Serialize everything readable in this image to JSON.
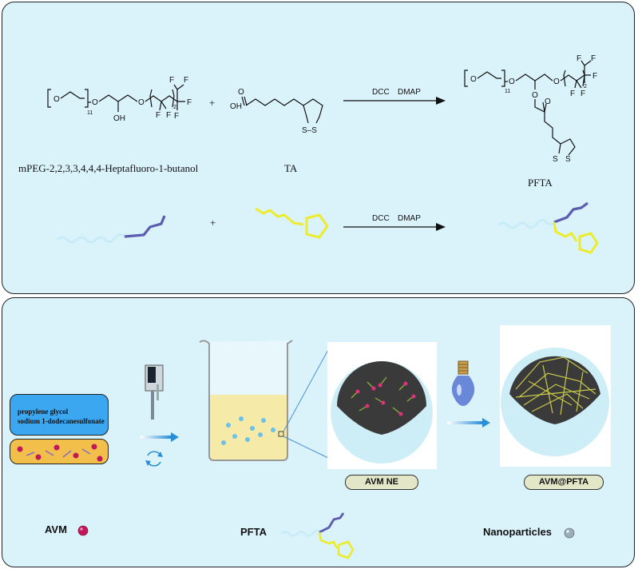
{
  "reaction": {
    "reactant1_label": "mPEG-2,2,3,3,4,4,4-Heptafluoro-1-butanol",
    "plus": "+",
    "reactant2_label": "TA",
    "reagents": [
      "DCC",
      "DMAP"
    ],
    "product_label": "PFTA",
    "atoms": {
      "O": "O",
      "OH": "OH",
      "F": "F",
      "S": "S",
      "S_minus_S": "S–S",
      "n11": "11",
      "n2": "2"
    }
  },
  "process": {
    "emulsifier_box_text": [
      "propylene glycol",
      "sodium 1-dodecanesulfonate"
    ],
    "avm_ne_label": "AVM NE",
    "avm_pfta_label": "AVM@PFTA"
  },
  "legend": {
    "avm": "AVM",
    "pfta": "PFTA",
    "nanoparticles": "Nanoparticles"
  },
  "colors": {
    "panel_bg": "#daf3fb",
    "peg_chain": "#c8ecf7",
    "fluoro_chain": "#5b5bb0",
    "ta_ring": "#ecec2c",
    "avm_particle": "#c2185b",
    "arrow_blue": "#2a8fd6",
    "emulsion": "#f2df7c",
    "emulsifier_box": "#3aa7f0"
  }
}
